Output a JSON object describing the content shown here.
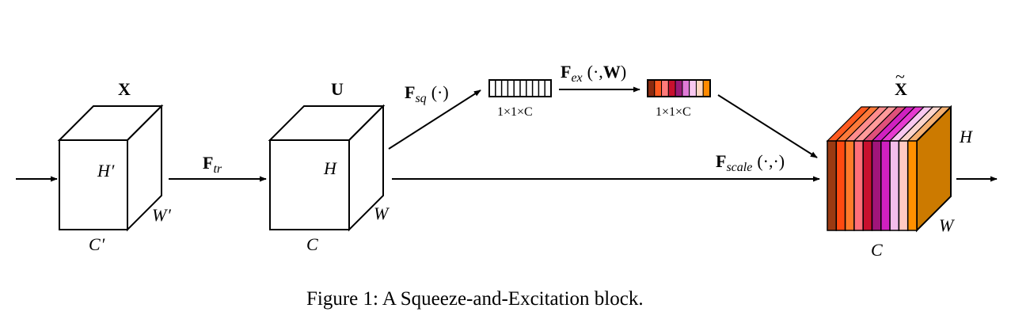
{
  "labels": {
    "x": "X",
    "u": "U",
    "x_tilde": "X",
    "h_prime": "H",
    "prime_mark": "′",
    "w_prime": "W",
    "c_prime": "C",
    "h": "H",
    "w": "W",
    "c": "C",
    "h_out": "H",
    "w_out": "W",
    "c_out": "C",
    "tilde": "~"
  },
  "ops": {
    "f_tr": {
      "main": "F",
      "sub": "tr"
    },
    "f_sq": {
      "main": "F",
      "sub": "sq",
      "args": "(·)"
    },
    "f_ex": {
      "main": "F",
      "sub": "ex",
      "args_open": "(·,",
      "w": "W",
      "args_close": ")"
    },
    "f_scale": {
      "main": "F",
      "sub": "scale",
      "args": "(·,·)"
    }
  },
  "vectors": {
    "squeeze_label": "1×1×C",
    "excite_label": "1×1×C",
    "squeeze_cells": 10,
    "excite_colors": [
      "#8B2A0E",
      "#FF5A1F",
      "#FF7A7A",
      "#C8102E",
      "#9B1B7A",
      "#E07BD8",
      "#F8C8F0",
      "#FFD7C2",
      "#FF8A00"
    ]
  },
  "output_block": {
    "slice_colors": [
      "#9B3A12",
      "#FF4A10",
      "#FF7A2A",
      "#FF6F7A",
      "#C8102E",
      "#A0157A",
      "#D020C0",
      "#F3BDEB",
      "#FFC9C2",
      "#FF9000"
    ],
    "top_colors": [
      "#FF5A1F",
      "#FF7A3A",
      "#FF8C8C",
      "#FF9A9A",
      "#E0507A",
      "#D020C0",
      "#E63AD0",
      "#F8C8F0",
      "#FBD4CC",
      "#F5B070"
    ],
    "side_color": "#CC7A00"
  },
  "caption": "Figure 1: A Squeeze-and-Excitation block."
}
